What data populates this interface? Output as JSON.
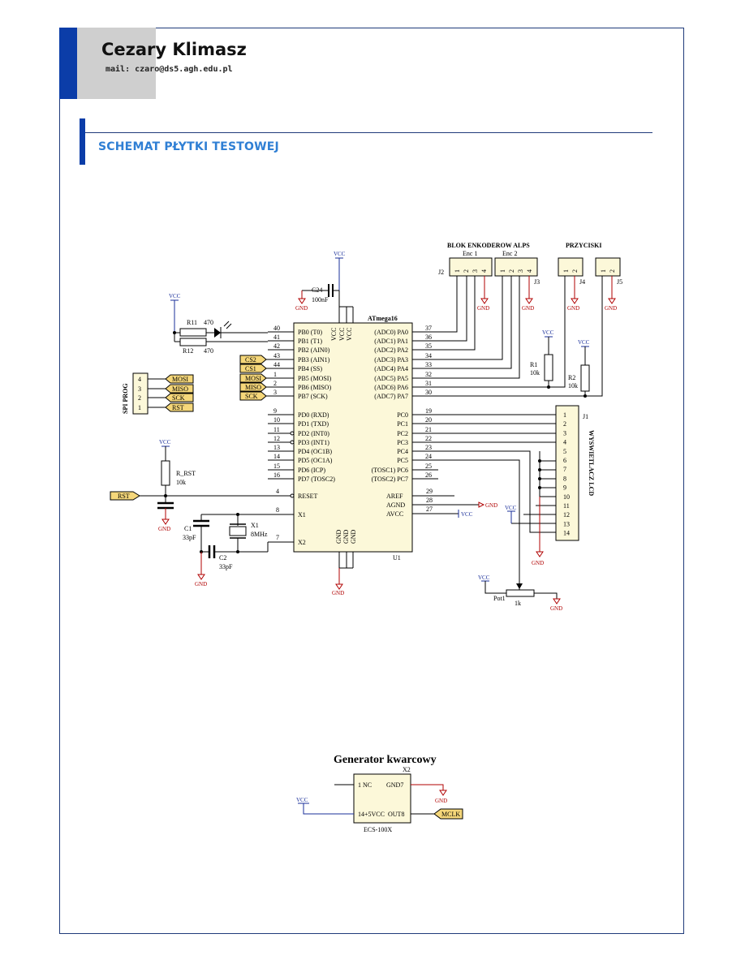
{
  "header": {
    "author": "Cezary Klimasz",
    "email": "mail: czaro@ds5.agh.edu.pl",
    "section_title": "SCHEMAT PŁYTKI TESTOWEJ"
  },
  "mcu": {
    "name": "ATmega16",
    "ref": "U1",
    "left_pins": [
      {
        "num": "40",
        "label": "PB0 (T0)"
      },
      {
        "num": "41",
        "label": "PB1 (T1)"
      },
      {
        "num": "42",
        "label": "PB2 (AIN0)"
      },
      {
        "num": "43",
        "label": "PB3 (AIN1)"
      },
      {
        "num": "44",
        "label": "PB4 (SS)"
      },
      {
        "num": "1",
        "label": "PB5 (MOSI)"
      },
      {
        "num": "2",
        "label": "PB6 (MISO)"
      },
      {
        "num": "3",
        "label": "PB7 (SCK)"
      },
      {
        "num": "9",
        "label": "PD0 (RXD)"
      },
      {
        "num": "10",
        "label": "PD1 (TXD)"
      },
      {
        "num": "11",
        "label": "PD2 (INT0)"
      },
      {
        "num": "12",
        "label": "PD3 (INT1)"
      },
      {
        "num": "13",
        "label": "PD4 (OC1B)"
      },
      {
        "num": "14",
        "label": "PD5 (OC1A)"
      },
      {
        "num": "15",
        "label": "PD6 (ICP)"
      },
      {
        "num": "16",
        "label": "PD7 (TOSC2)"
      }
    ],
    "right_pins": [
      {
        "num": "37",
        "label": "(ADC0) PA0"
      },
      {
        "num": "36",
        "label": "(ADC1) PA1"
      },
      {
        "num": "35",
        "label": "(ADC2) PA2"
      },
      {
        "num": "34",
        "label": "(ADC3) PA3"
      },
      {
        "num": "33",
        "label": "(ADC4) PA4"
      },
      {
        "num": "32",
        "label": "(ADC5) PA5"
      },
      {
        "num": "31",
        "label": "(ADC6) PA6"
      },
      {
        "num": "30",
        "label": "(ADC7) PA7"
      },
      {
        "num": "19",
        "label": "PC0"
      },
      {
        "num": "20",
        "label": "PC1"
      },
      {
        "num": "21",
        "label": "PC2"
      },
      {
        "num": "22",
        "label": "PC3"
      },
      {
        "num": "23",
        "label": "PC4"
      },
      {
        "num": "24",
        "label": "PC5"
      },
      {
        "num": "25",
        "label": "(TOSC1) PC6"
      },
      {
        "num": "26",
        "label": "(TOSC2) PC7"
      }
    ],
    "reset": {
      "num": "4",
      "label": "RESET"
    },
    "x1": {
      "num": "8",
      "label": "X1"
    },
    "x2": {
      "num": "7",
      "label": "X2"
    },
    "aref": {
      "num": "29",
      "label": "AREF"
    },
    "agnd": {
      "num": "28",
      "label": "AGND"
    },
    "avcc": {
      "num": "27",
      "label": "AVCC"
    },
    "vcc_pins": [
      "VCC",
      "VCC",
      "VCC"
    ],
    "gnd_pins": [
      "GND",
      "GND",
      "GND"
    ]
  },
  "labels": {
    "vcc": "VCC",
    "gnd": "GND",
    "blok": "BLOK ENKODEROW ALPS",
    "enc1": "Enc 1",
    "enc2": "Enc 2",
    "przyciski": "PRZYCISKI",
    "j2": "J2",
    "j3": "J3",
    "j4": "J4",
    "j5": "J5",
    "j1": "J1",
    "spi_prog": "SPI PROG",
    "lcd": "WYSWIETLACZ LCD",
    "c24": "C24",
    "c24v": "100nF",
    "r11": "R11",
    "r11v": "470",
    "r12": "R12",
    "r12v": "470",
    "r1": "R1",
    "r1v": "10k",
    "r2": "R2",
    "r2v": "10k",
    "rrst": "R_RST",
    "rrstv": "10k",
    "c1": "C1",
    "c1v": "33pF",
    "c2": "C2",
    "c2v": "33pF",
    "x1": "X1",
    "x1v": "8MHz",
    "pot": "Pot1",
    "potv": "1k",
    "gen_title": "Generator kwarcowy",
    "x2ref": "X2",
    "gen_nc": "1 NC",
    "gen_gnd": "GND7",
    "gen_vcc": "14+5VCC",
    "gen_out": "OUT8",
    "gen_part": "ECS-100X"
  },
  "net_tags": {
    "cs2": "CS2",
    "cs1": "CS1",
    "mosi": "MOSI",
    "miso": "MISO",
    "sck": "SCK",
    "spi": [
      "MOSI",
      "MISO",
      "SCK",
      "RST"
    ],
    "spi_nums": [
      "4",
      "3",
      "2",
      "1"
    ],
    "rst": "RST",
    "mclk": "MCLK"
  },
  "lcd_pins": [
    "1",
    "2",
    "3",
    "4",
    "5",
    "6",
    "7",
    "8",
    "9",
    "10",
    "11",
    "12",
    "13",
    "14"
  ],
  "conn_pins": {
    "four": [
      "1",
      "2",
      "3",
      "4"
    ],
    "two": [
      "1",
      "2"
    ]
  },
  "colors": {
    "accent": "#0b3da8",
    "title": "#2f7fd4",
    "vcc": "#1a2f9a",
    "gnd": "#b00000",
    "tag": "#f5d77a"
  }
}
